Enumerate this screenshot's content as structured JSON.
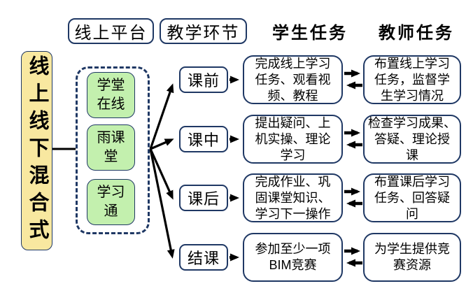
{
  "colors": {
    "navy": "#1f3864",
    "green": "#c3f0ae",
    "yellow": "#f8e8a0",
    "ink": "#000000",
    "paper": "#ffffff"
  },
  "headers": {
    "platform": "线上平台",
    "stage": "教学环节",
    "student": "学生任务",
    "teacher": "教师任务"
  },
  "root_label": "线上线下混合式",
  "platforms": [
    {
      "label": "学堂\n在线"
    },
    {
      "label": "雨课\n堂"
    },
    {
      "label": "学习\n通"
    }
  ],
  "rows": [
    {
      "stage": "课前",
      "student": "完成线上学习\n任务、观看视\n频、教程",
      "teacher": "布置线上学习\n任务，监督学\n生学习情况"
    },
    {
      "stage": "课中",
      "student": "提出疑问、上\n机实操、理论\n学习",
      "teacher": "检查学习成果、\n答疑、理论授\n课"
    },
    {
      "stage": "课后",
      "student": "完成作业、巩\n固课堂知识、\n学习下一操作",
      "teacher": "布置课后学习\n任务、回答疑\n问"
    },
    {
      "stage": "结课",
      "student": "参加至少一项\nBIM竞赛",
      "teacher": "为学生提供竞\n赛资源"
    }
  ]
}
